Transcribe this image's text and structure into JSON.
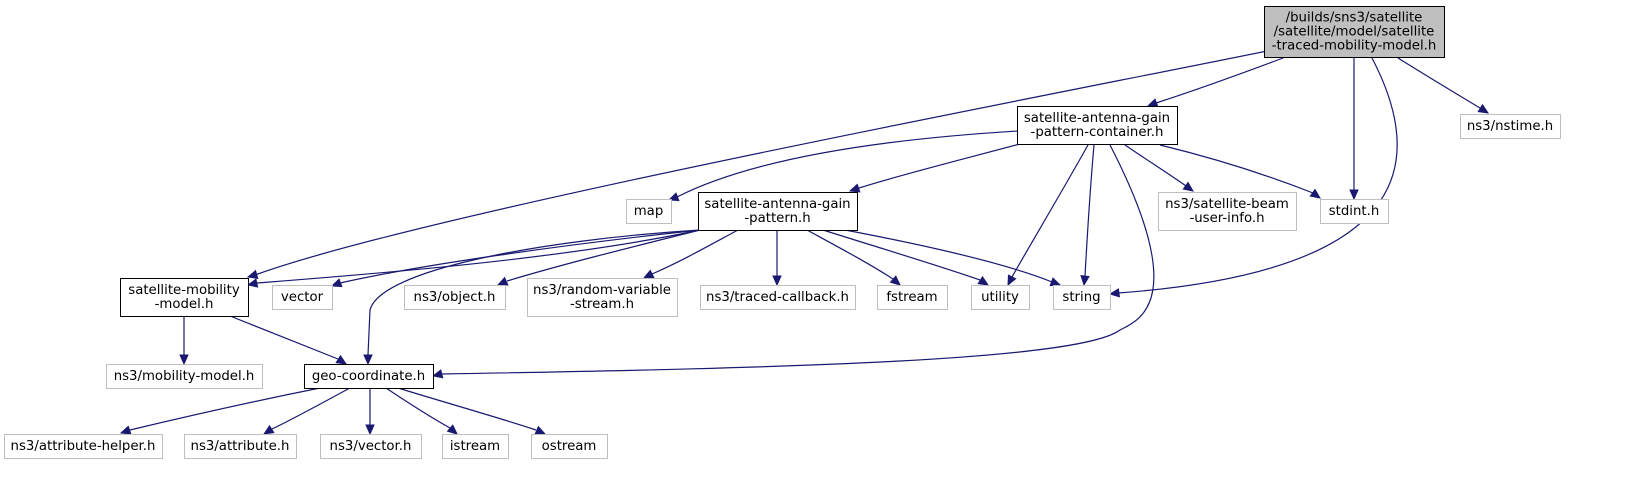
{
  "diagram": {
    "title": "",
    "root": "traced_mobility",
    "colors": {
      "edge": "#191970",
      "root_fill": "#bfbfbf",
      "documented_border": "#000000",
      "undocumented_border": "#bfbfbf",
      "background": "#ffffff"
    },
    "nodes": [
      {
        "id": "traced_mobility",
        "kind": "root",
        "lines": [
          "/builds/sns3/satellite",
          "/satellite/model/satellite",
          "-traced-mobility-model.h"
        ]
      },
      {
        "id": "gain_container",
        "kind": "documented",
        "lines": [
          "satellite-antenna-gain",
          "-pattern-container.h"
        ]
      },
      {
        "id": "nstime",
        "kind": "external",
        "lines": [
          "ns3/nstime.h"
        ]
      },
      {
        "id": "map",
        "kind": "external",
        "lines": [
          "map"
        ]
      },
      {
        "id": "gain_pattern",
        "kind": "documented",
        "lines": [
          "satellite-antenna-gain",
          "-pattern.h"
        ]
      },
      {
        "id": "beam_user_info",
        "kind": "external",
        "lines": [
          "ns3/satellite-beam",
          "-user-info.h"
        ]
      },
      {
        "id": "stdint",
        "kind": "external",
        "lines": [
          "stdint.h"
        ]
      },
      {
        "id": "mobility_model",
        "kind": "documented",
        "lines": [
          "satellite-mobility",
          "-model.h"
        ]
      },
      {
        "id": "vector",
        "kind": "external",
        "lines": [
          "vector"
        ]
      },
      {
        "id": "object",
        "kind": "external",
        "lines": [
          "ns3/object.h"
        ]
      },
      {
        "id": "random_variable",
        "kind": "external",
        "lines": [
          "ns3/random-variable",
          "-stream.h"
        ]
      },
      {
        "id": "traced_callback",
        "kind": "external",
        "lines": [
          "ns3/traced-callback.h"
        ]
      },
      {
        "id": "fstream",
        "kind": "external",
        "lines": [
          "fstream"
        ]
      },
      {
        "id": "utility",
        "kind": "external",
        "lines": [
          "utility"
        ]
      },
      {
        "id": "string",
        "kind": "external",
        "lines": [
          "string"
        ]
      },
      {
        "id": "ns3_mobility",
        "kind": "external",
        "lines": [
          "ns3/mobility-model.h"
        ]
      },
      {
        "id": "geo_coordinate",
        "kind": "documented",
        "lines": [
          "geo-coordinate.h"
        ]
      },
      {
        "id": "attribute_helper",
        "kind": "external",
        "lines": [
          "ns3/attribute-helper.h"
        ]
      },
      {
        "id": "attribute",
        "kind": "external",
        "lines": [
          "ns3/attribute.h"
        ]
      },
      {
        "id": "ns3_vector",
        "kind": "external",
        "lines": [
          "ns3/vector.h"
        ]
      },
      {
        "id": "istream",
        "kind": "external",
        "lines": [
          "istream"
        ]
      },
      {
        "id": "ostream",
        "kind": "external",
        "lines": [
          "ostream"
        ]
      }
    ],
    "edges": [
      {
        "from": "traced_mobility",
        "to": "mobility_model"
      },
      {
        "from": "traced_mobility",
        "to": "gain_container"
      },
      {
        "from": "traced_mobility",
        "to": "stdint"
      },
      {
        "from": "traced_mobility",
        "to": "string"
      },
      {
        "from": "traced_mobility",
        "to": "nstime"
      },
      {
        "from": "gain_container",
        "to": "map"
      },
      {
        "from": "gain_container",
        "to": "gain_pattern"
      },
      {
        "from": "gain_container",
        "to": "utility"
      },
      {
        "from": "gain_container",
        "to": "string"
      },
      {
        "from": "gain_container",
        "to": "geo_coordinate"
      },
      {
        "from": "gain_container",
        "to": "beam_user_info"
      },
      {
        "from": "gain_container",
        "to": "stdint"
      },
      {
        "from": "gain_pattern",
        "to": "mobility_model"
      },
      {
        "from": "gain_pattern",
        "to": "vector"
      },
      {
        "from": "gain_pattern",
        "to": "geo_coordinate"
      },
      {
        "from": "gain_pattern",
        "to": "object"
      },
      {
        "from": "gain_pattern",
        "to": "random_variable"
      },
      {
        "from": "gain_pattern",
        "to": "traced_callback"
      },
      {
        "from": "gain_pattern",
        "to": "fstream"
      },
      {
        "from": "gain_pattern",
        "to": "utility"
      },
      {
        "from": "gain_pattern",
        "to": "string"
      },
      {
        "from": "mobility_model",
        "to": "ns3_mobility"
      },
      {
        "from": "mobility_model",
        "to": "geo_coordinate"
      },
      {
        "from": "geo_coordinate",
        "to": "attribute_helper"
      },
      {
        "from": "geo_coordinate",
        "to": "attribute"
      },
      {
        "from": "geo_coordinate",
        "to": "ns3_vector"
      },
      {
        "from": "geo_coordinate",
        "to": "istream"
      },
      {
        "from": "geo_coordinate",
        "to": "ostream"
      }
    ]
  }
}
